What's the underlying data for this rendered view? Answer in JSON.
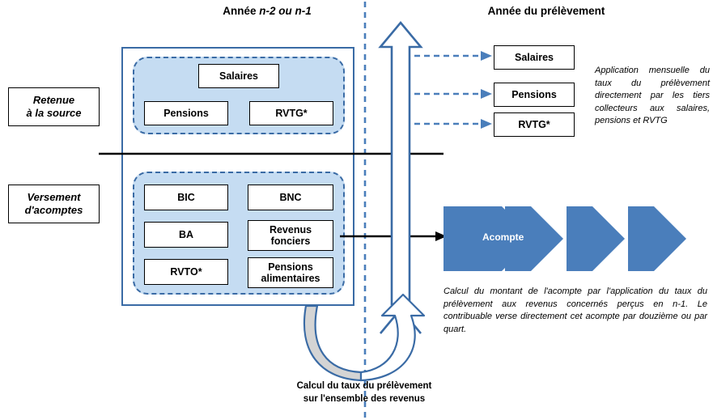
{
  "page": {
    "title": "Prelevement a la source - schema",
    "background": "#ffffff",
    "accent_blue": "#3A6BA5",
    "chevron_blue": "#4A7EBB",
    "group_fill": "#C5DCF2"
  },
  "headers": {
    "left": {
      "prefix": "Année ",
      "emphasis": "n-2 ou n-1"
    },
    "right": "Année du prélèvement"
  },
  "side_labels": [
    {
      "line1": "Retenue",
      "line2": "à la source"
    },
    {
      "line1": "Versement",
      "line2": "d'acomptes"
    }
  ],
  "group_withholding": {
    "items": [
      {
        "label": "Salaires"
      },
      {
        "label": "Pensions"
      },
      {
        "label": "RVTG*"
      }
    ]
  },
  "group_installments": {
    "items": [
      {
        "label": "BIC"
      },
      {
        "label": "BNC"
      },
      {
        "label": "BA"
      },
      {
        "label": "Revenus fonciers"
      },
      {
        "label": "RVTO*"
      },
      {
        "label": "Pensions alimentaires"
      }
    ]
  },
  "right_column": {
    "boxes": [
      {
        "label": "Salaires"
      },
      {
        "label": "Pensions"
      },
      {
        "label": "RVTG*"
      }
    ]
  },
  "chevrons": {
    "label": "Acompte",
    "count": 4
  },
  "annotations": {
    "top_right": "Application mensuelle du taux du prélèvement directement par les tiers collecteurs aux salaires, pensions et RVTG",
    "bottom_right": "Calcul du montant de l'acompte par l'application du taux du prélèvement aux revenus concernés perçus en n-1. Le contribuable verse directement cet acompte par douzième ou par quart."
  },
  "caption": {
    "line1": "Calcul du taux du prélèvement",
    "line2": "sur l'ensemble des revenus"
  }
}
